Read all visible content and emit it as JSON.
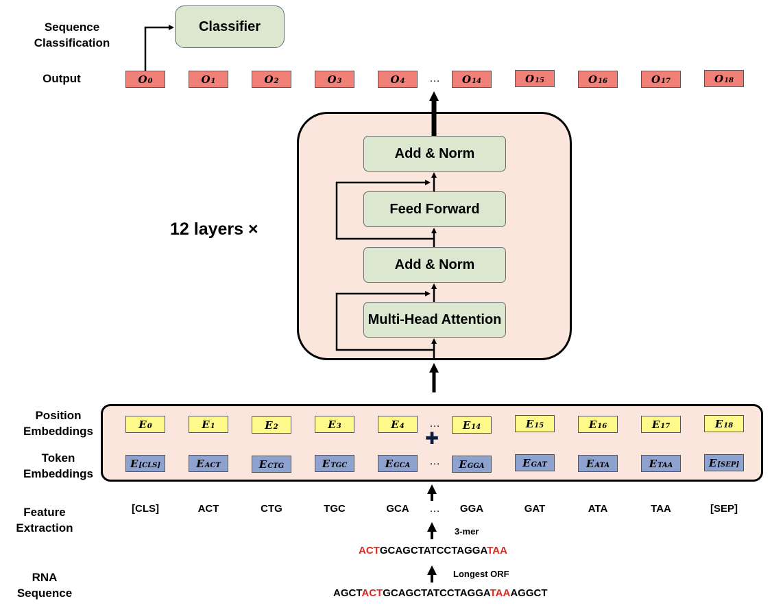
{
  "labels": {
    "seq_class": "Sequence Classification",
    "output": "Output",
    "layers": "12 layers ×",
    "position_emb": "Position Embeddings",
    "token_emb": "Token Embeddings",
    "feature_extraction": "Feature Extraction",
    "rna_sequence": "RNA Sequence"
  },
  "blocks": {
    "classifier": "Classifier",
    "add_norm_top": "Add & Norm",
    "feed_forward": "Feed Forward",
    "add_norm_bottom": "Add & Norm",
    "attention": "Multi-Head Attention"
  },
  "ellipsis": "…",
  "outputs": [
    {
      "base": "O",
      "sub": "0"
    },
    {
      "base": "O",
      "sub": "1"
    },
    {
      "base": "O",
      "sub": "2"
    },
    {
      "base": "O",
      "sub": "3"
    },
    {
      "base": "O",
      "sub": "4"
    },
    {
      "base": "O",
      "sub": "14"
    },
    {
      "base": "O",
      "sub": "15"
    },
    {
      "base": "O",
      "sub": "16"
    },
    {
      "base": "O",
      "sub": "17"
    },
    {
      "base": "O",
      "sub": "18"
    }
  ],
  "positions": [
    {
      "base": "E",
      "sub": "0"
    },
    {
      "base": "E",
      "sub": "1"
    },
    {
      "base": "E",
      "sub": "2"
    },
    {
      "base": "E",
      "sub": "3"
    },
    {
      "base": "E",
      "sub": "4"
    },
    {
      "base": "E",
      "sub": "14"
    },
    {
      "base": "E",
      "sub": "15"
    },
    {
      "base": "E",
      "sub": "16"
    },
    {
      "base": "E",
      "sub": "17"
    },
    {
      "base": "E",
      "sub": "18"
    }
  ],
  "tokens": [
    {
      "base": "E",
      "sub": "[CLS]"
    },
    {
      "base": "E",
      "sub": "ACT"
    },
    {
      "base": "E",
      "sub": "CTG"
    },
    {
      "base": "E",
      "sub": "TGC"
    },
    {
      "base": "E",
      "sub": "GCA"
    },
    {
      "base": "E",
      "sub": "GGA"
    },
    {
      "base": "E",
      "sub": "GAT"
    },
    {
      "base": "E",
      "sub": "ATA"
    },
    {
      "base": "E",
      "sub": "TAA"
    },
    {
      "base": "E",
      "sub": "[SEP]"
    }
  ],
  "features": [
    "[CLS]",
    "ACT",
    "CTG",
    "TGC",
    "GCA",
    "GGA",
    "GAT",
    "ATA",
    "TAA",
    "[SEP]"
  ],
  "plus": "✚",
  "kmer_label": "3-mer",
  "orf_label": "Longest ORF",
  "orf_seq": {
    "start": "ACT",
    "middle": "GCAGCTATCCTAGGA",
    "stop": "TAA"
  },
  "rna_seq": {
    "prefix": "AGCT",
    "start": "ACT",
    "middle": "GCAGCTATCCTAGGA",
    "stop": "TAA",
    "suffix": "AGGCT"
  },
  "colors": {
    "output": "#f08078",
    "position": "#fdf98a",
    "token": "#8ea2cf",
    "block": "#dbe8cf",
    "panel": "#fbe6de",
    "highlight": "#e0281e"
  }
}
